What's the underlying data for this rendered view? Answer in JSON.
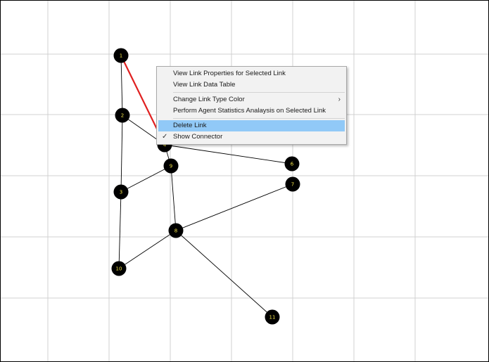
{
  "graph": {
    "nodes": [
      {
        "id": "1",
        "label": "1"
      },
      {
        "id": "2",
        "label": "2"
      },
      {
        "id": "3",
        "label": "3"
      },
      {
        "id": "4",
        "label": "4"
      },
      {
        "id": "6",
        "label": "6"
      },
      {
        "id": "7",
        "label": "7"
      },
      {
        "id": "8",
        "label": "8"
      },
      {
        "id": "9",
        "label": "9"
      },
      {
        "id": "10",
        "label": "10"
      },
      {
        "id": "11",
        "label": "11"
      }
    ],
    "links": [
      {
        "from": "1",
        "to": "2",
        "selected": false
      },
      {
        "from": "1",
        "to": "4",
        "selected": true
      },
      {
        "from": "2",
        "to": "3",
        "selected": false
      },
      {
        "from": "2",
        "to": "4",
        "selected": false
      },
      {
        "from": "3",
        "to": "10",
        "selected": false
      },
      {
        "from": "3",
        "to": "9",
        "selected": false
      },
      {
        "from": "4",
        "to": "9",
        "selected": false
      },
      {
        "from": "9",
        "to": "8",
        "selected": false
      },
      {
        "from": "8",
        "to": "10",
        "selected": false
      },
      {
        "from": "8",
        "to": "7",
        "selected": false
      },
      {
        "from": "8",
        "to": "11",
        "selected": false
      },
      {
        "from": "4",
        "to": "6",
        "selected": false
      }
    ],
    "colors": {
      "background": "#ffffff",
      "grid": "#d0d0d0",
      "link": "#000000",
      "selected_link": "#e02020",
      "node_fill": "#000000",
      "node_label": "#f2e34a"
    }
  },
  "context_menu": {
    "items": [
      {
        "label": "View Link Properties for Selected Link"
      },
      {
        "label": "View Link Data Table"
      },
      {
        "label": "Change Link Type Color",
        "submenu_icon": "chevron-right-icon"
      },
      {
        "label": "Perform Agent Statistics Analaysis on Selected Link"
      },
      {
        "label": "Delete Link",
        "highlighted": true
      },
      {
        "label": "Show Connector",
        "checked": true,
        "check_icon": "checkmark-icon"
      }
    ]
  }
}
